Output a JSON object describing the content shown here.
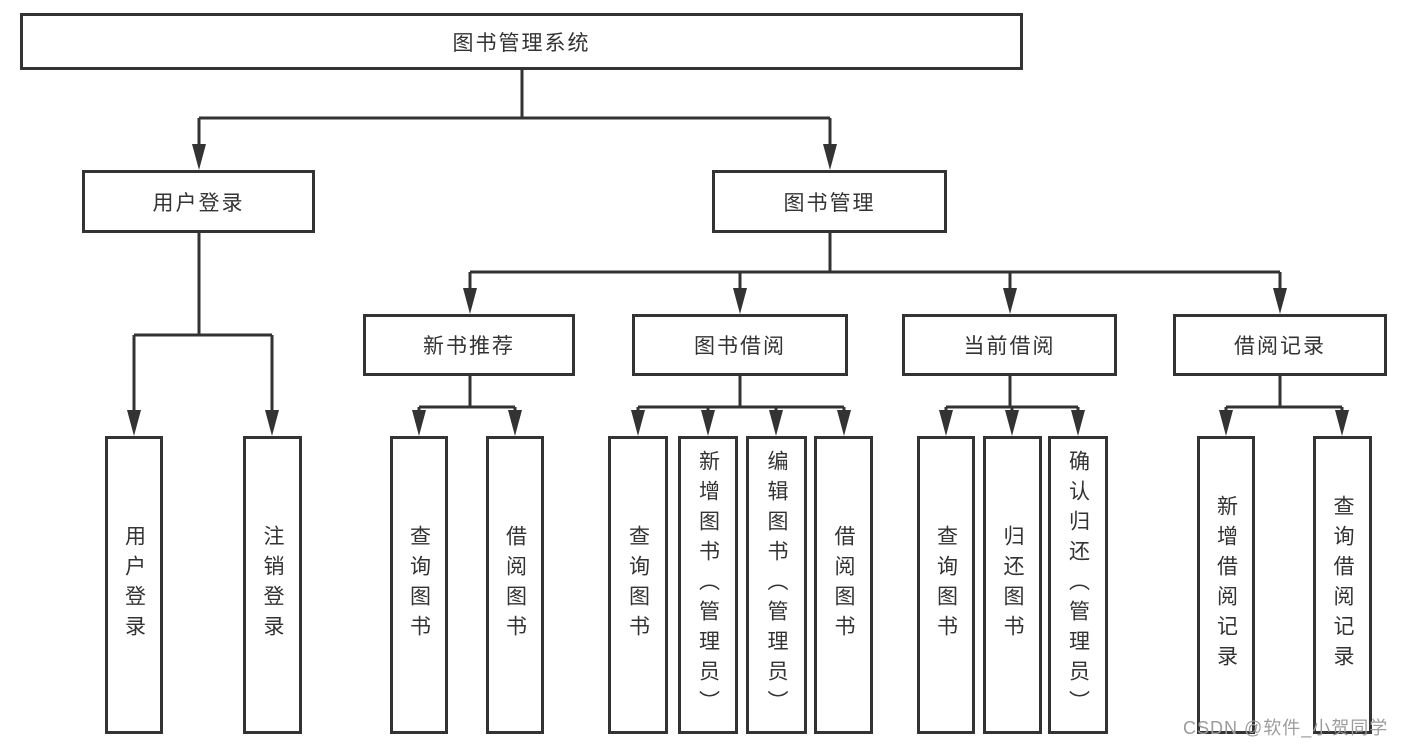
{
  "diagram_title": "图书管理系统",
  "tree": {
    "root": {
      "label": "图书管理系统"
    },
    "branches": [
      {
        "label": "用户登录",
        "children": [
          {
            "label": "用户登录"
          },
          {
            "label": "注销登录"
          }
        ]
      },
      {
        "label": "图书管理",
        "children": [
          {
            "label": "新书推荐",
            "children": [
              {
                "label": "查询图书"
              },
              {
                "label": "借阅图书"
              }
            ]
          },
          {
            "label": "图书借阅",
            "children": [
              {
                "label": "查询图书"
              },
              {
                "label": "新增图书（管理员）"
              },
              {
                "label": "编辑图书（管理员）"
              },
              {
                "label": "借阅图书"
              }
            ]
          },
          {
            "label": "当前借阅",
            "children": [
              {
                "label": "查询图书"
              },
              {
                "label": "归还图书"
              },
              {
                "label": "确认归还（管理员）"
              }
            ]
          },
          {
            "label": "借阅记录",
            "children": [
              {
                "label": "新增借阅记录"
              },
              {
                "label": "查询借阅记录"
              }
            ]
          }
        ]
      }
    ]
  },
  "watermark": {
    "text": "CSDN @软件_小贺同学",
    "color": "#9c9c9c"
  },
  "colors": {
    "line": "#333333",
    "border": "#333333",
    "text": "#333333",
    "background": "#ffffff"
  }
}
